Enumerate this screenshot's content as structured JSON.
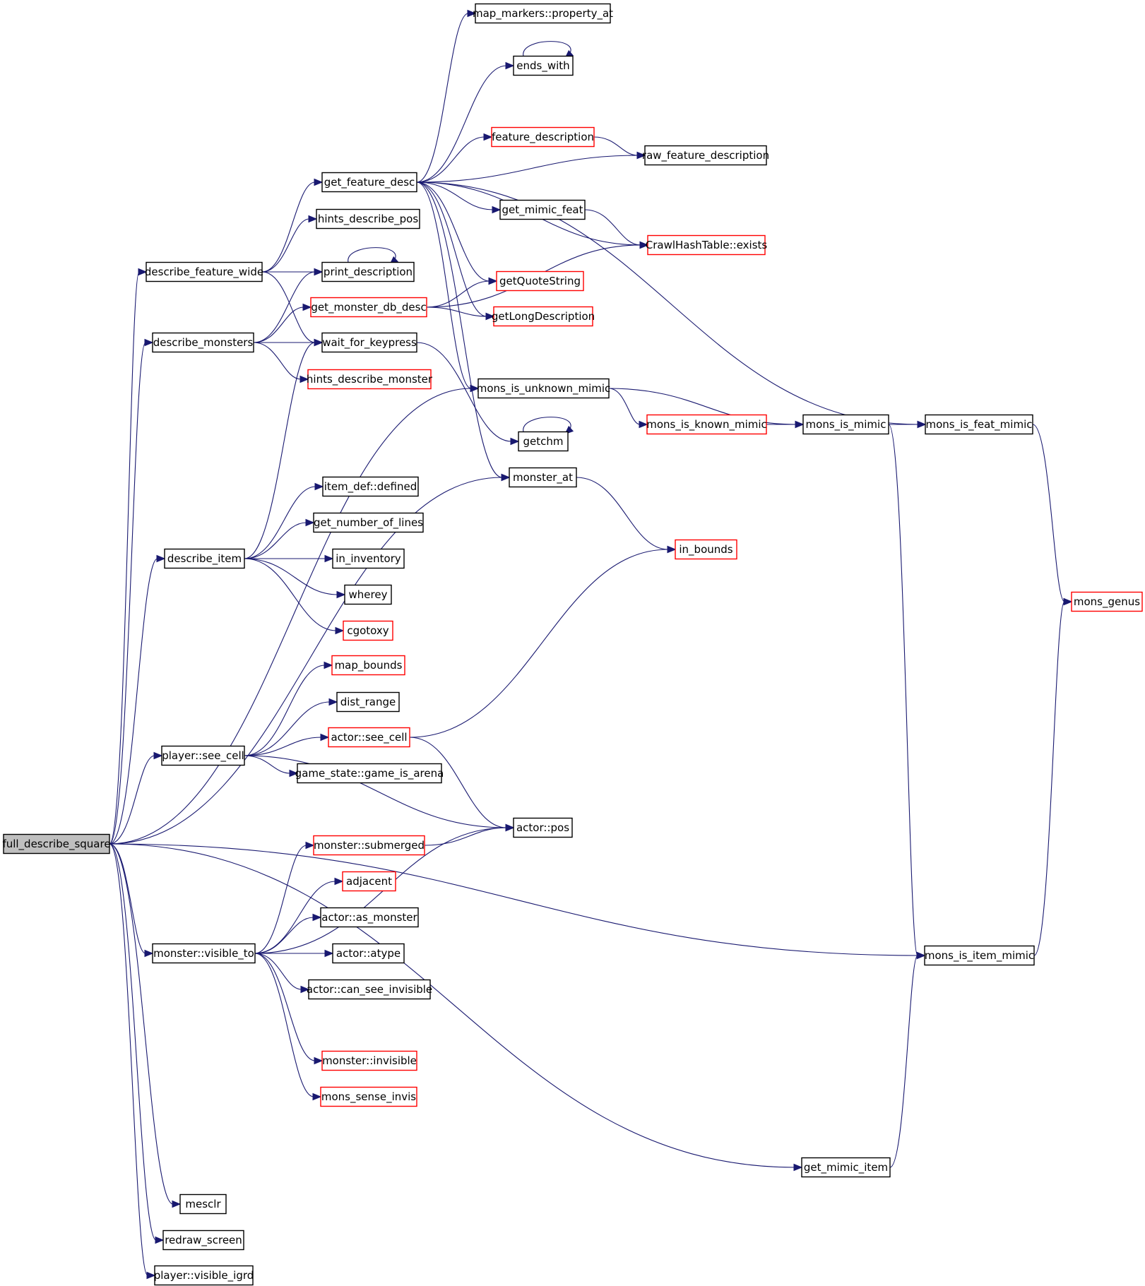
{
  "colors": {
    "edge": "#191970",
    "border_normal": "#000000",
    "border_truncated": "#ff0000",
    "root_fill": "#bfbfbf"
  },
  "nodes": [
    {
      "id": "full_describe_square",
      "label": "full_describe_square",
      "border": "black",
      "root": true
    },
    {
      "id": "map_markers_property_at",
      "label": "map_markers::property_at",
      "border": "black"
    },
    {
      "id": "ends_with",
      "label": "ends_with",
      "border": "black"
    },
    {
      "id": "feature_description",
      "label": "feature_description",
      "border": "red"
    },
    {
      "id": "raw_feature_description",
      "label": "raw_feature_description",
      "border": "black"
    },
    {
      "id": "get_feature_desc",
      "label": "get_feature_desc",
      "border": "black"
    },
    {
      "id": "get_mimic_feat",
      "label": "get_mimic_feat",
      "border": "black"
    },
    {
      "id": "hints_describe_pos",
      "label": "hints_describe_pos",
      "border": "black"
    },
    {
      "id": "crawlhashtable_exists",
      "label": "CrawlHashTable::exists",
      "border": "red"
    },
    {
      "id": "describe_feature_wide",
      "label": "describe_feature_wide",
      "border": "black"
    },
    {
      "id": "print_description",
      "label": "print_description",
      "border": "black"
    },
    {
      "id": "getquotestring",
      "label": "getQuoteString",
      "border": "red"
    },
    {
      "id": "get_monster_db_desc",
      "label": "get_monster_db_desc",
      "border": "red"
    },
    {
      "id": "getlongdescription",
      "label": "getLongDescription",
      "border": "red"
    },
    {
      "id": "describe_monsters",
      "label": "describe_monsters",
      "border": "black"
    },
    {
      "id": "wait_for_keypress",
      "label": "wait_for_keypress",
      "border": "black"
    },
    {
      "id": "hints_describe_monster",
      "label": "hints_describe_monster",
      "border": "red"
    },
    {
      "id": "mons_is_unknown_mimic",
      "label": "mons_is_unknown_mimic",
      "border": "black"
    },
    {
      "id": "mons_is_known_mimic",
      "label": "mons_is_known_mimic",
      "border": "red"
    },
    {
      "id": "mons_is_mimic",
      "label": "mons_is_mimic",
      "border": "black"
    },
    {
      "id": "mons_is_feat_mimic",
      "label": "mons_is_feat_mimic",
      "border": "black"
    },
    {
      "id": "getchm",
      "label": "getchm",
      "border": "black"
    },
    {
      "id": "monster_at",
      "label": "monster_at",
      "border": "black"
    },
    {
      "id": "item_def_defined",
      "label": "item_def::defined",
      "border": "black"
    },
    {
      "id": "get_number_of_lines",
      "label": "get_number_of_lines",
      "border": "black"
    },
    {
      "id": "in_bounds",
      "label": "in_bounds",
      "border": "red"
    },
    {
      "id": "describe_item",
      "label": "describe_item",
      "border": "black"
    },
    {
      "id": "in_inventory",
      "label": "in_inventory",
      "border": "black"
    },
    {
      "id": "wherey",
      "label": "wherey",
      "border": "black"
    },
    {
      "id": "mons_genus",
      "label": "mons_genus",
      "border": "red"
    },
    {
      "id": "cgotoxy",
      "label": "cgotoxy",
      "border": "red"
    },
    {
      "id": "map_bounds",
      "label": "map_bounds",
      "border": "red"
    },
    {
      "id": "dist_range",
      "label": "dist_range",
      "border": "black"
    },
    {
      "id": "actor_see_cell",
      "label": "actor::see_cell",
      "border": "red"
    },
    {
      "id": "player_see_cell",
      "label": "player::see_cell",
      "border": "black"
    },
    {
      "id": "game_state_game_is_arena",
      "label": "game_state::game_is_arena",
      "border": "black"
    },
    {
      "id": "actor_pos",
      "label": "actor::pos",
      "border": "black"
    },
    {
      "id": "monster_submerged",
      "label": "monster::submerged",
      "border": "red"
    },
    {
      "id": "adjacent",
      "label": "adjacent",
      "border": "red"
    },
    {
      "id": "actor_as_monster",
      "label": "actor::as_monster",
      "border": "black"
    },
    {
      "id": "monster_visible_to",
      "label": "monster::visible_to",
      "border": "black"
    },
    {
      "id": "actor_atype",
      "label": "actor::atype",
      "border": "black"
    },
    {
      "id": "mons_is_item_mimic",
      "label": "mons_is_item_mimic",
      "border": "black"
    },
    {
      "id": "actor_can_see_invisible",
      "label": "actor::can_see_invisible",
      "border": "black"
    },
    {
      "id": "monster_invisible",
      "label": "monster::invisible",
      "border": "red"
    },
    {
      "id": "mons_sense_invis",
      "label": "mons_sense_invis",
      "border": "red"
    },
    {
      "id": "get_mimic_item",
      "label": "get_mimic_item",
      "border": "black"
    },
    {
      "id": "mesclr",
      "label": "mesclr",
      "border": "black"
    },
    {
      "id": "redraw_screen",
      "label": "redraw_screen",
      "border": "black"
    },
    {
      "id": "player_visible_igrd",
      "label": "player::visible_igrd",
      "border": "black"
    }
  ],
  "edges": [
    [
      "full_describe_square",
      "describe_feature_wide"
    ],
    [
      "full_describe_square",
      "describe_monsters"
    ],
    [
      "full_describe_square",
      "mons_is_unknown_mimic"
    ],
    [
      "full_describe_square",
      "monster_at"
    ],
    [
      "full_describe_square",
      "describe_item"
    ],
    [
      "full_describe_square",
      "player_see_cell"
    ],
    [
      "full_describe_square",
      "monster_visible_to"
    ],
    [
      "full_describe_square",
      "mons_is_item_mimic"
    ],
    [
      "full_describe_square",
      "get_mimic_item"
    ],
    [
      "full_describe_square",
      "mesclr"
    ],
    [
      "full_describe_square",
      "redraw_screen"
    ],
    [
      "full_describe_square",
      "player_visible_igrd"
    ],
    [
      "describe_feature_wide",
      "get_feature_desc"
    ],
    [
      "describe_feature_wide",
      "hints_describe_pos"
    ],
    [
      "describe_feature_wide",
      "print_description"
    ],
    [
      "describe_feature_wide",
      "wait_for_keypress"
    ],
    [
      "get_feature_desc",
      "map_markers_property_at"
    ],
    [
      "get_feature_desc",
      "ends_with"
    ],
    [
      "get_feature_desc",
      "mons_is_feat_mimic"
    ],
    [
      "get_feature_desc",
      "feature_description"
    ],
    [
      "get_feature_desc",
      "raw_feature_description"
    ],
    [
      "get_feature_desc",
      "get_mimic_feat"
    ],
    [
      "get_feature_desc",
      "crawlhashtable_exists"
    ],
    [
      "get_feature_desc",
      "getquotestring"
    ],
    [
      "get_feature_desc",
      "getlongdescription"
    ],
    [
      "get_feature_desc",
      "mons_is_unknown_mimic"
    ],
    [
      "get_feature_desc",
      "monster_at"
    ],
    [
      "ends_with",
      "ends_with"
    ],
    [
      "feature_description",
      "raw_feature_description"
    ],
    [
      "get_mimic_feat",
      "crawlhashtable_exists"
    ],
    [
      "print_description",
      "print_description"
    ],
    [
      "describe_monsters",
      "print_description"
    ],
    [
      "describe_monsters",
      "get_monster_db_desc"
    ],
    [
      "describe_monsters",
      "wait_for_keypress"
    ],
    [
      "describe_monsters",
      "hints_describe_monster"
    ],
    [
      "get_monster_db_desc",
      "getquotestring"
    ],
    [
      "get_monster_db_desc",
      "getlongdescription"
    ],
    [
      "get_monster_db_desc",
      "crawlhashtable_exists"
    ],
    [
      "wait_for_keypress",
      "getchm"
    ],
    [
      "getchm",
      "getchm"
    ],
    [
      "mons_is_unknown_mimic",
      "mons_is_known_mimic"
    ],
    [
      "mons_is_unknown_mimic",
      "mons_is_mimic"
    ],
    [
      "mons_is_known_mimic",
      "mons_is_mimic"
    ],
    [
      "mons_is_mimic",
      "mons_is_feat_mimic"
    ],
    [
      "mons_is_mimic",
      "mons_is_item_mimic"
    ],
    [
      "mons_is_feat_mimic",
      "mons_genus"
    ],
    [
      "mons_is_item_mimic",
      "mons_genus"
    ],
    [
      "monster_at",
      "in_bounds"
    ],
    [
      "describe_item",
      "wait_for_keypress"
    ],
    [
      "describe_item",
      "item_def_defined"
    ],
    [
      "describe_item",
      "get_number_of_lines"
    ],
    [
      "describe_item",
      "in_inventory"
    ],
    [
      "describe_item",
      "wherey"
    ],
    [
      "describe_item",
      "cgotoxy"
    ],
    [
      "player_see_cell",
      "map_bounds"
    ],
    [
      "player_see_cell",
      "dist_range"
    ],
    [
      "player_see_cell",
      "actor_see_cell"
    ],
    [
      "player_see_cell",
      "game_state_game_is_arena"
    ],
    [
      "player_see_cell",
      "actor_pos"
    ],
    [
      "actor_see_cell",
      "in_bounds"
    ],
    [
      "actor_see_cell",
      "actor_pos"
    ],
    [
      "monster_submerged",
      "actor_pos"
    ],
    [
      "monster_visible_to",
      "monster_submerged"
    ],
    [
      "monster_visible_to",
      "adjacent"
    ],
    [
      "monster_visible_to",
      "actor_as_monster"
    ],
    [
      "monster_visible_to",
      "actor_atype"
    ],
    [
      "monster_visible_to",
      "actor_can_see_invisible"
    ],
    [
      "monster_visible_to",
      "actor_pos"
    ],
    [
      "monster_visible_to",
      "monster_invisible"
    ],
    [
      "monster_visible_to",
      "mons_sense_invis"
    ],
    [
      "get_mimic_item",
      "mons_is_item_mimic"
    ]
  ]
}
